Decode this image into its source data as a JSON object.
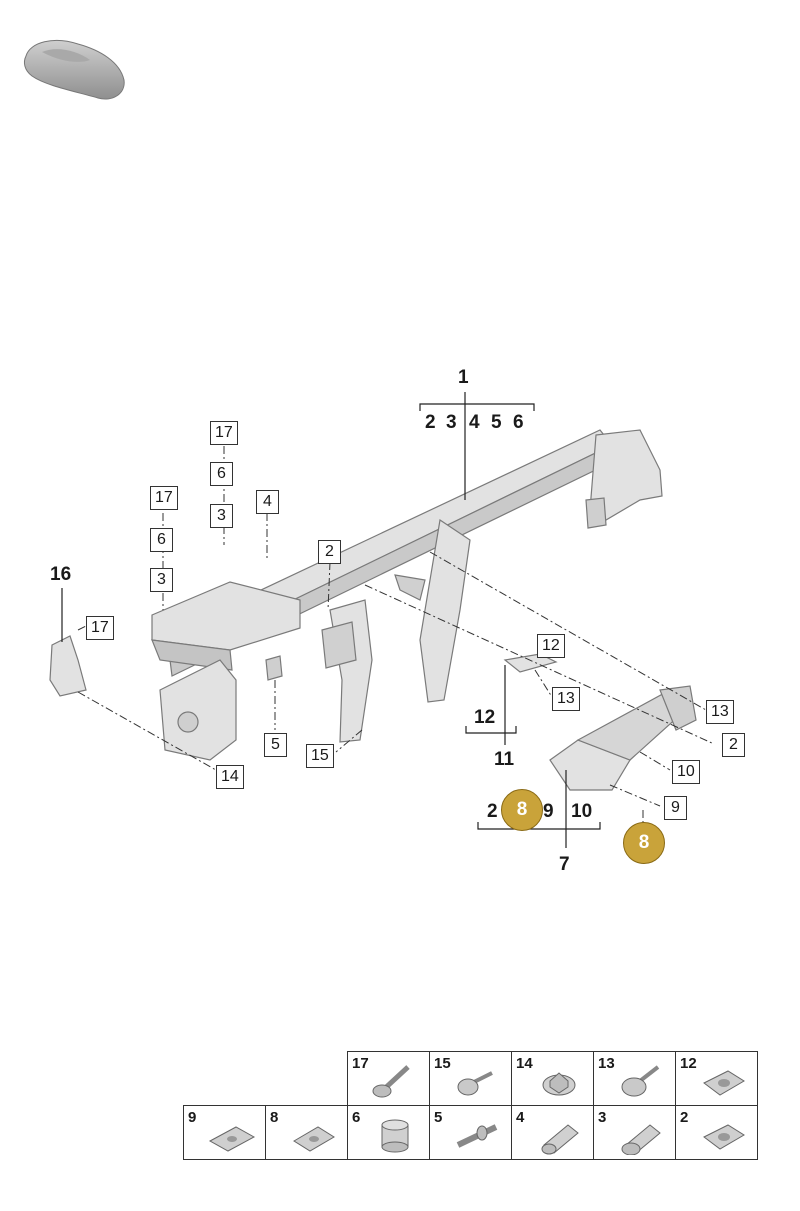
{
  "callouts": {
    "group_1": "1",
    "group_1_items": [
      "2",
      "3",
      "4",
      "5",
      "6"
    ],
    "label_16": "16",
    "label_11": "11",
    "label_12_bracket": "12",
    "label_7": "7",
    "group_7_items": [
      "2",
      "9",
      "10"
    ],
    "highlight": "8",
    "boxes": {
      "b17a": "17",
      "b6a": "6",
      "b3a": "3",
      "b17b": "17",
      "b6b": "6",
      "b3b": "3",
      "b4": "4",
      "b2a": "2",
      "b17c": "17",
      "b12": "12",
      "b13a": "13",
      "b13b": "13",
      "b2b": "2",
      "b10": "10",
      "b9": "9",
      "b5": "5",
      "b15": "15",
      "b14": "14"
    }
  },
  "parts_grid": {
    "row1": [
      "17",
      "15",
      "14",
      "13",
      "12"
    ],
    "row2": [
      "9",
      "8",
      "6",
      "5",
      "4",
      "3",
      "2"
    ]
  },
  "colors": {
    "highlight": "#c9a33a",
    "part": "#d9d9d9"
  }
}
